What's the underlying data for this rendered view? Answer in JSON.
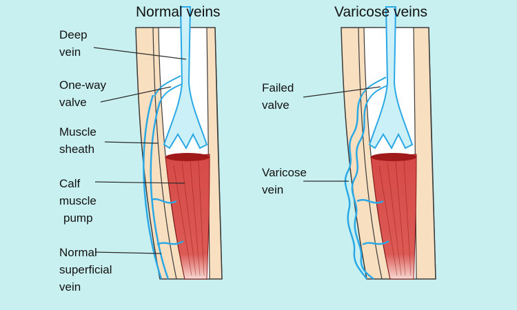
{
  "titles": {
    "normal": "Normal veins",
    "varicose": "Varicose veins"
  },
  "labels": {
    "deep_vein": [
      "Deep",
      "vein"
    ],
    "one_way_valve": [
      "One-way",
      "valve"
    ],
    "muscle_sheath": [
      "Muscle",
      "sheath"
    ],
    "calf_muscle_pump": [
      "Calf",
      "muscle",
      "pump"
    ],
    "normal_superficial_vein": [
      "Normal",
      "superficial",
      "vein"
    ],
    "failed_valve": [
      "Failed",
      "valve"
    ],
    "varicose_vein": [
      "Varicose",
      "vein"
    ]
  },
  "colors": {
    "background": "#c9f0f0",
    "skin": "#f7dfc0",
    "deep_vein_fill": "#ccf0f8",
    "vein_outline": "#2aa8e6",
    "muscle": "#d9534f",
    "muscle_dark": "#a11a1a"
  }
}
